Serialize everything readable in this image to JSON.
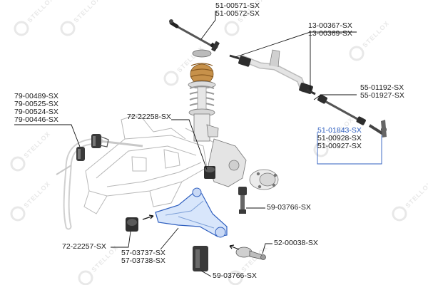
{
  "watermark": {
    "brand": "STELLOX"
  },
  "colors": {
    "highlight": "#2f5fbf",
    "highlight_fill": "#d8e6fb",
    "text": "#1a1a1a",
    "line": "#111111"
  },
  "callouts": {
    "tie_rod": [
      "51-00571-SX",
      "51-00572-SX"
    ],
    "rack": [
      "13-00367-SX",
      "13-00369-SX"
    ],
    "inner_rod": [
      "55-01192-SX",
      "55-01927-SX"
    ],
    "tie_rod_end": [
      "51-01843-SX",
      "51-00928-SX",
      "51-00927-SX"
    ],
    "stabilizer_bush": [
      "79-00489-SX",
      "79-00525-SX",
      "79-00524-SX",
      "79-00446-SX"
    ],
    "arm_bush_front": [
      "72-22258-SX"
    ],
    "arm_bush_rear": [
      "72-22257-SX"
    ],
    "control_arm": [
      "57-03737-SX",
      "57-03738-SX"
    ],
    "link_upper": [
      "59-03766-SX"
    ],
    "link_lower": [
      "59-03766-SX"
    ],
    "ball_joint": [
      "52-00038-SX"
    ]
  }
}
